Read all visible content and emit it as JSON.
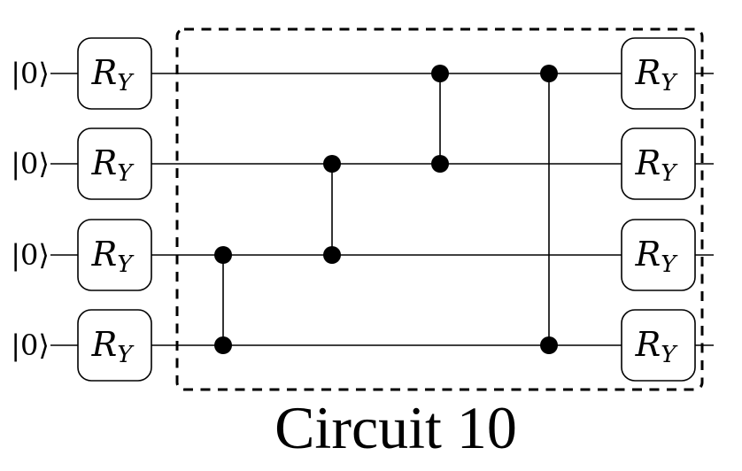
{
  "colors": {
    "background": "#ffffff",
    "ink": "#000000"
  },
  "circuit_data": {
    "type": "quantum-circuit-diagram",
    "caption": "Circuit 10",
    "num_qubits": 4,
    "qubits": [
      {
        "id": 0,
        "init_label": "|0⟩"
      },
      {
        "id": 1,
        "init_label": "|0⟩"
      },
      {
        "id": 2,
        "init_label": "|0⟩"
      },
      {
        "id": 3,
        "init_label": "|0⟩"
      }
    ],
    "input_rotation_layer": {
      "gate_label": "R",
      "gate_subscript": "Y",
      "applied_to_qubits": [
        0,
        1,
        2,
        3
      ]
    },
    "entangling_block": {
      "border_style": "dashed",
      "gate_kind": "CZ",
      "cz_gates_in_order": [
        {
          "qubit_a": 2,
          "qubit_b": 3
        },
        {
          "qubit_a": 1,
          "qubit_b": 2
        },
        {
          "qubit_a": 0,
          "qubit_b": 1
        },
        {
          "qubit_a": 0,
          "qubit_b": 3
        }
      ]
    },
    "output_rotation_layer": {
      "gate_label": "R",
      "gate_subscript": "Y",
      "applied_to_qubits": [
        0,
        1,
        2,
        3
      ]
    }
  }
}
